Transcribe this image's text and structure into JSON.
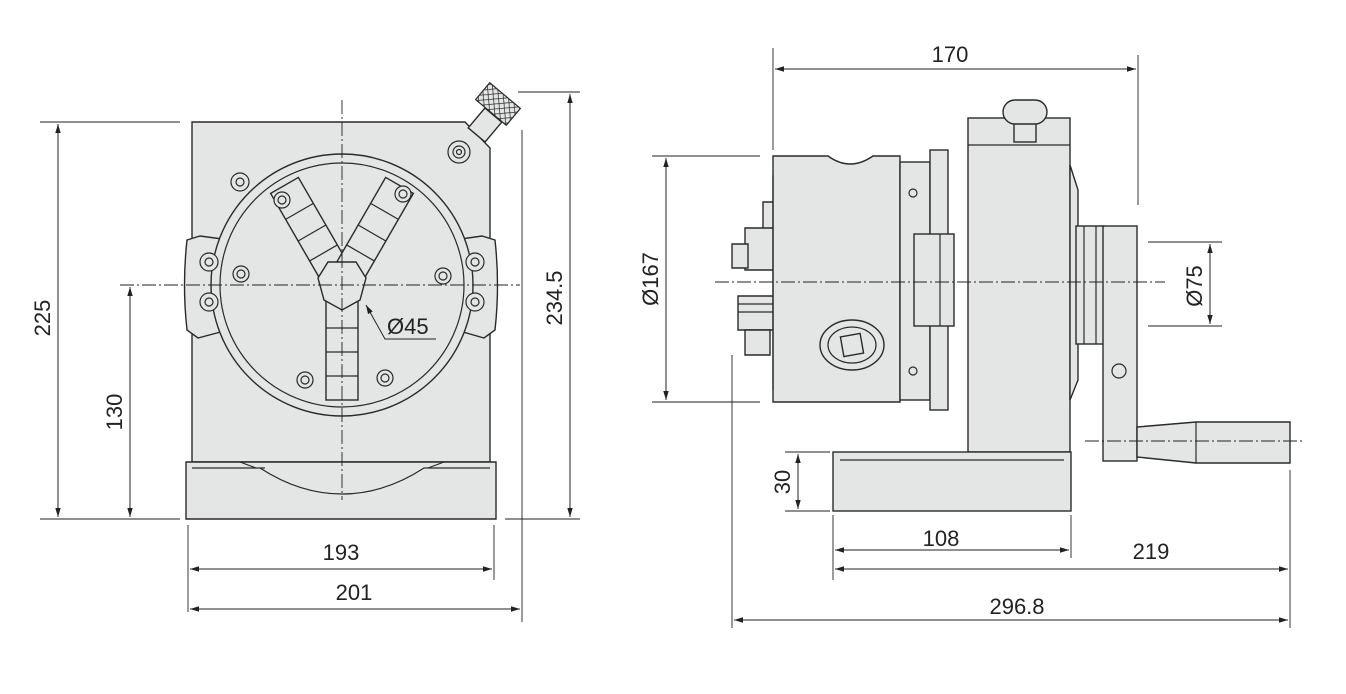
{
  "front_view": {
    "dim_width_inner": "193",
    "dim_width_outer": "201",
    "dim_height": "225",
    "dim_center_height": "130",
    "dim_total_height": "234.5",
    "dim_bore": "Ø45"
  },
  "side_view": {
    "dim_top_length": "170",
    "dim_chuck_diameter": "Ø167",
    "dim_hub_diameter": "Ø75",
    "dim_base_height": "30",
    "dim_base_length": "108",
    "dim_base_to_handle": "219",
    "dim_overall_length": "296.8"
  },
  "colors": {
    "part_fill": "#e4e5e5",
    "line": "#2a2a2a"
  }
}
